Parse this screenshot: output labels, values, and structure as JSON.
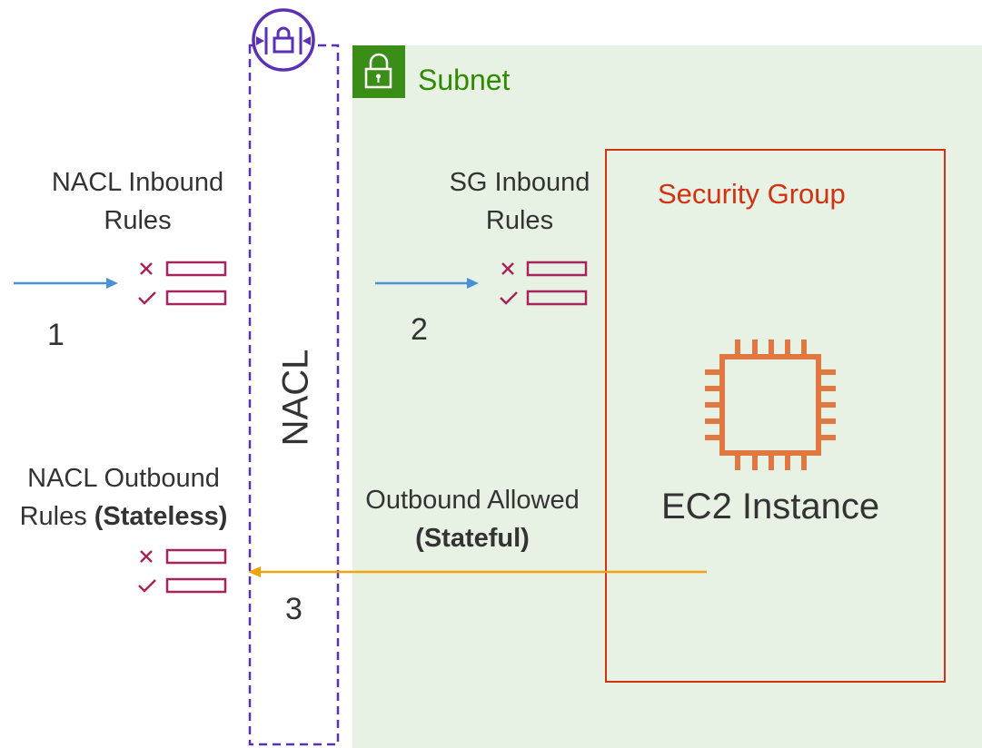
{
  "subnet": {
    "label": "Subnet",
    "color": "#2e8b00",
    "background": "#e8f2e4",
    "icon": "lock-icon"
  },
  "nacl": {
    "label": "NACL",
    "border_color": "#5a30b5",
    "icon": "network-acl-icon"
  },
  "security_group": {
    "label": "Security Group",
    "color": "#d13212"
  },
  "ec2": {
    "label": "EC2 Instance",
    "color": "#e07941",
    "icon": "chip-icon"
  },
  "labels": {
    "nacl_inbound_line1": "NACL Inbound",
    "nacl_inbound_line2": "Rules",
    "sg_inbound_line1": "SG Inbound",
    "sg_inbound_line2": "Rules",
    "nacl_outbound_line1": "NACL Outbound",
    "nacl_outbound_line2_prefix": "Rules ",
    "nacl_outbound_line2_bold": "(Stateless)",
    "outbound_allowed_line1": "Outbound Allowed",
    "outbound_allowed_line2": "(Stateful)"
  },
  "steps": {
    "one": "1",
    "two": "2",
    "three": "3"
  },
  "colors": {
    "inbound_arrow": "#4a90d9",
    "outbound_arrow": "#f0a30a",
    "rules_icon": "#a4245b"
  }
}
